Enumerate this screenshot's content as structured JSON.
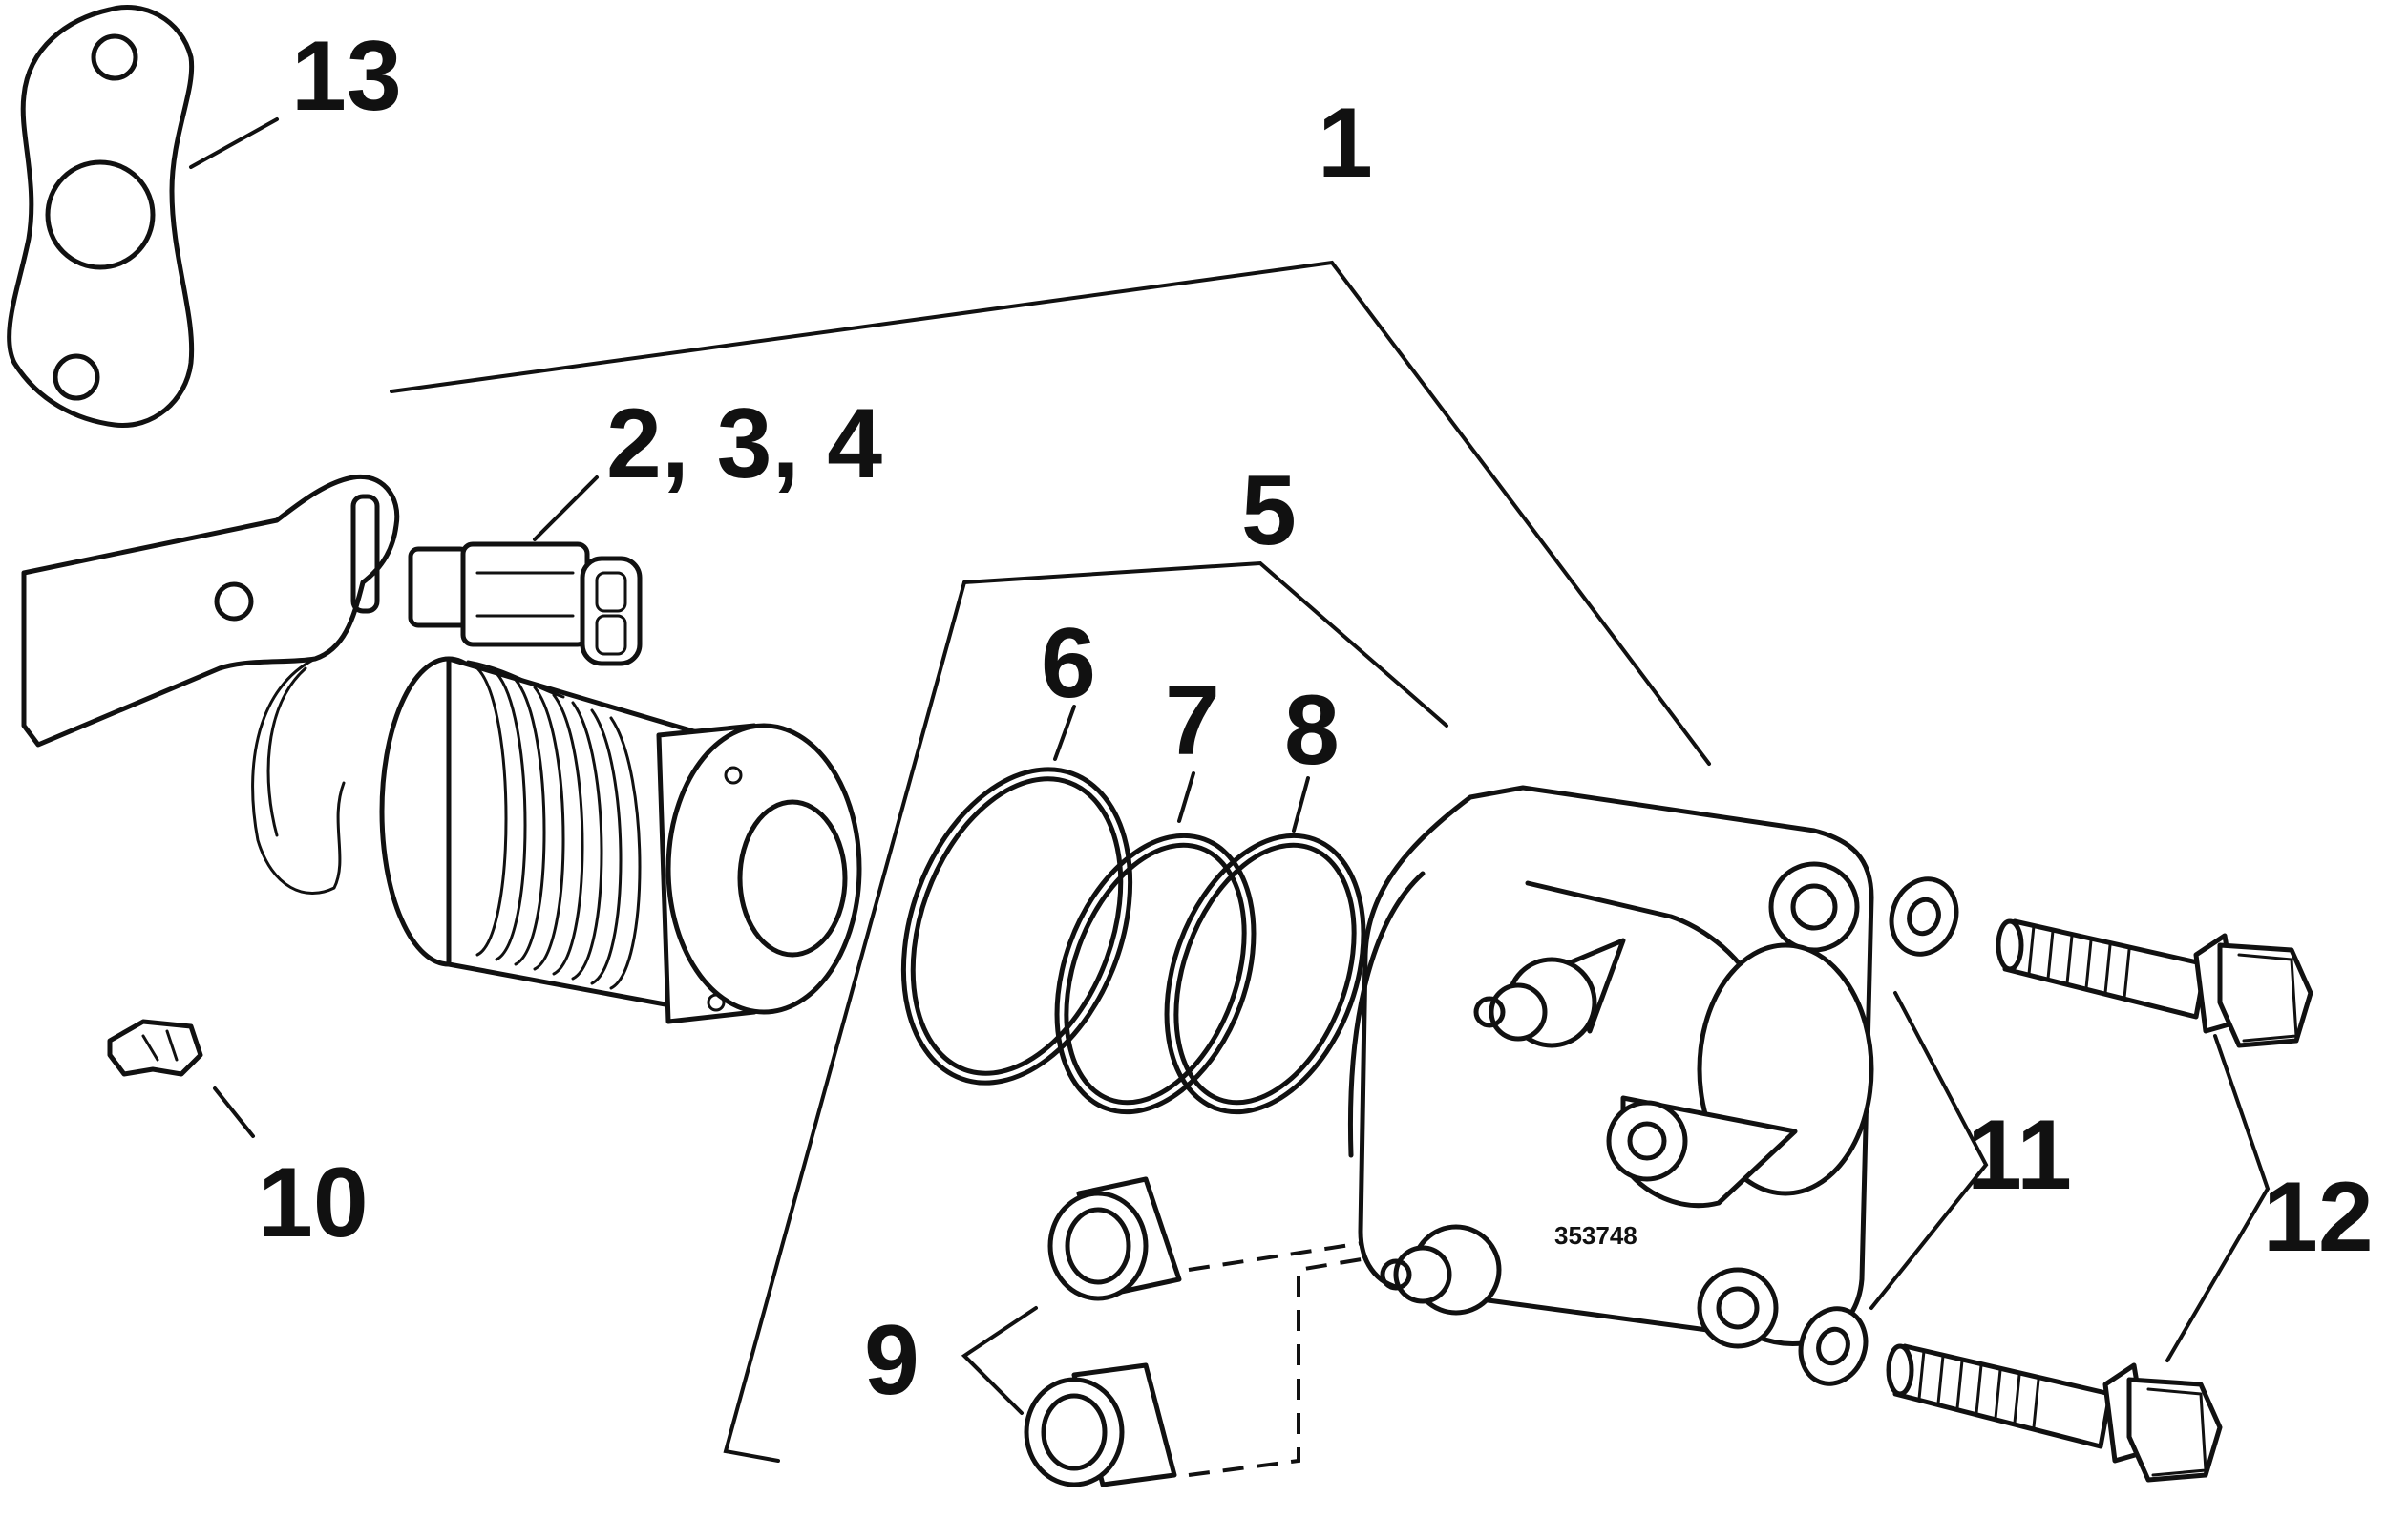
{
  "diagram": {
    "callouts": {
      "c1": "1",
      "c234": "2, 3, 4",
      "c5": "5",
      "c6": "6",
      "c7": "7",
      "c8": "8",
      "c9": "9",
      "c10": "10",
      "c11": "11",
      "c12": "12",
      "c13": "13"
    },
    "part_number": "353748"
  }
}
